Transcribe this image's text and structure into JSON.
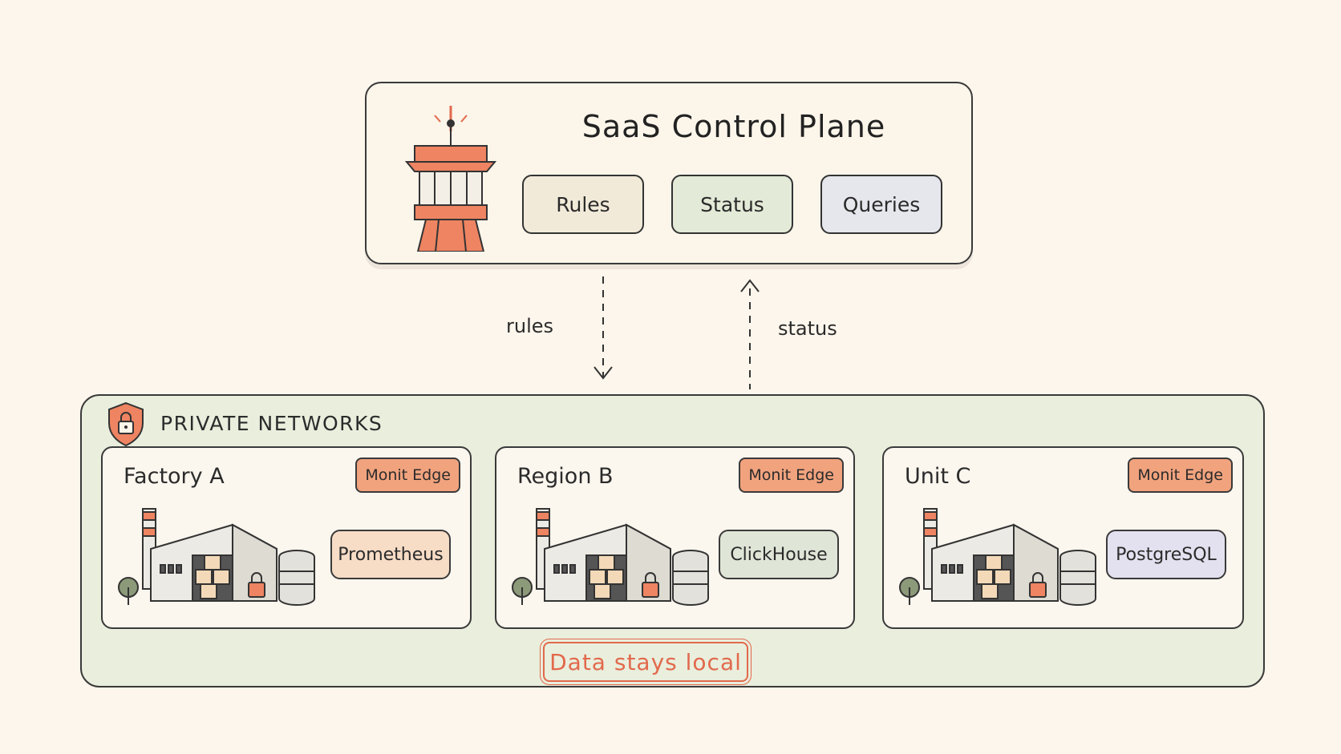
{
  "control_plane": {
    "title": "SaaS Control Plane",
    "pills": {
      "rules": "Rules",
      "status": "Status",
      "queries": "Queries"
    }
  },
  "edges": {
    "down_label": "rules",
    "up_label": "status"
  },
  "private_networks": {
    "title": "PRIVATE NETWORKS",
    "sites": {
      "a": {
        "name": "Factory A",
        "badge": "Monit Edge",
        "store": "Prometheus"
      },
      "b": {
        "name": "Region B",
        "badge": "Monit Edge",
        "store": "ClickHouse"
      },
      "c": {
        "name": "Unit C",
        "badge": "Monit Edge",
        "store": "PostgreSQL"
      }
    }
  },
  "stamp": "Data stays local",
  "colors": {
    "accent": "#e2694c",
    "badge": "#f1a37e",
    "background": "#fdf6ec",
    "network_fill": "#e9eedd"
  },
  "icons": [
    "control-tower-icon",
    "shield-lock-icon",
    "factory-icon",
    "database-icon",
    "padlock-icon"
  ]
}
